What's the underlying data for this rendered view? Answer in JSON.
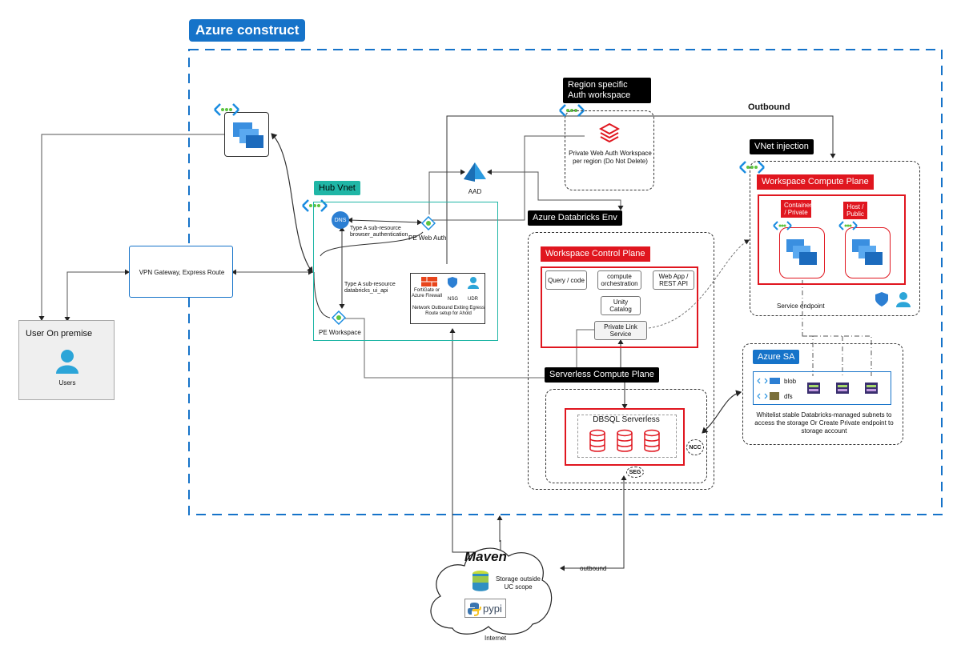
{
  "title": "Azure construct",
  "labels": {
    "region_auth": "Region specific Auth workspace",
    "outbound_top": "Outbound",
    "private_web_auth": "Private Web Auth Workspace per region (Do Not Delete)",
    "aad": "AAD",
    "hub_vnet": "Hub Vnet",
    "dns": "DNS",
    "type_a_browser": "Type A sub-resource browser_authentication",
    "pe_web_auth": "PE Web Auth",
    "type_a_ui_api": "Type A sub-resource databricks_ui_api",
    "pe_workspace": "PE Workspace",
    "fortigate": "FortiGate or Azure Firewall",
    "nsg": "NSG",
    "udr": "UDR",
    "network_outbound": "Network Outbound Exiting Egress Route setup for Ahold",
    "vpn_gateway": "VPN Gateway, Express Route",
    "user_on_premise": "User On premise",
    "users": "Users",
    "azure_databricks_env": "Azure Databricks Env",
    "workspace_control_plane": "Workspace Control Plane",
    "query_code": "Query / code",
    "compute_orchestration": "compute orchestration",
    "web_app": "Web App / REST API",
    "unity_catalog": "Unity Catalog",
    "private_link_service": "Private Link Service",
    "serverless_compute_plane": "Serverless Compute Plane",
    "dbsql_serverless": "DBSQL Serverless",
    "ncc": "NCC",
    "seg": "SEG",
    "vnet_injection": "VNet injection",
    "workspace_compute_plane": "Workspace Compute Plane",
    "container_private": "Container / Private",
    "host_public": "Host / Public",
    "service_endpoint": "Service endpoint",
    "azure_sa": "Azure SA",
    "blob": "blob",
    "dfs": "dfs",
    "whitelist_note": "Whitelist stable Databricks-managed subnets to access the storage Or Create Private endpoint to storage account",
    "maven": "Maven",
    "storage_outside": "Storage outside UC scope",
    "pypi": "pypi",
    "internet": "Internet",
    "outbound_bottom": "outbound"
  },
  "icons": {
    "vnet": "vnet-icon",
    "vm": "virtual-machines-icon",
    "aad": "aad-pyramid-icon",
    "databricks": "databricks-logo-icon",
    "firewall": "firewall-icon",
    "shield": "shield-icon",
    "user": "user-icon",
    "database": "database-icon",
    "storage": "storage-container-icon",
    "python": "python-logo-icon"
  },
  "colors": {
    "azure_blue": "#1673c9",
    "databricks_red": "#e0161f",
    "hub_teal": "#20b6a6",
    "black": "#000000"
  }
}
